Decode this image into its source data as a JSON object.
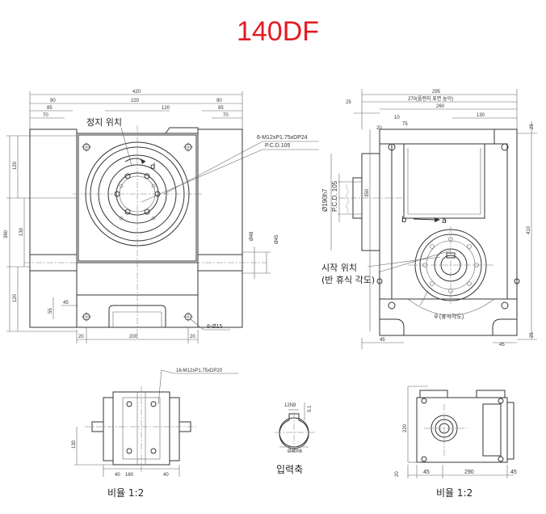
{
  "title": "140DF",
  "front_view": {
    "stop_position": "정지 위치",
    "arrow_d": "d",
    "thread_callout": "6-M12xP1.75xDP24",
    "pcd_callout": "P.C.D.105",
    "hole_callout": "8-Ø15",
    "dims": {
      "width_total": "420",
      "left_90": "90",
      "left_85": "85",
      "left_70": "70",
      "center_220": "220",
      "center_120": "120",
      "right_90": "90",
      "right_85": "85",
      "right_70": "70",
      "height_380": "380",
      "upper_120": "120",
      "mid_130": "130",
      "lower_120": "120",
      "h_45": "45",
      "h_55": "55",
      "shaft_o45": "Ø45",
      "shaft_o48": "Ø48",
      "base_200": "200",
      "base_l20": "20",
      "base_r20": "20"
    }
  },
  "side_view": {
    "start_position": "시작 위치",
    "start_position_sub": "(반 휴식 각도)",
    "arrow_b": "b",
    "arrow_a": "a",
    "pcd_vertical": "P.C.D. 105",
    "flange_dia": "Ø190h7",
    "dims": {
      "top_295": "295",
      "top_270": "270(플랜지 표면 높이)",
      "top_260": "260",
      "top_130": "130",
      "t_25": "25",
      "t_10": "10",
      "t_75": "75",
      "t_20": "20",
      "v_350": "350",
      "v_410": "410",
      "r_25": "25",
      "b_25": "25",
      "b_45": "45",
      "b_45r": "45",
      "theta": "θ (휴식각도)"
    }
  },
  "bottom_left": {
    "thread_callout": "16-M12xP1.75xDP20",
    "height_130": "130",
    "d_40": "40",
    "d_160": "160",
    "d_40r": "40",
    "scale": "비율 1:2"
  },
  "shaft_detail": {
    "key_width": "12N9",
    "key_depth": "5.1",
    "shaft_dia": "Ø40h6",
    "caption": "입력축"
  },
  "bottom_right": {
    "height_220": "220",
    "d_20": "20",
    "d_45": "45",
    "d_290": "290",
    "d_45r": "45",
    "scale": "비율 1:2"
  }
}
